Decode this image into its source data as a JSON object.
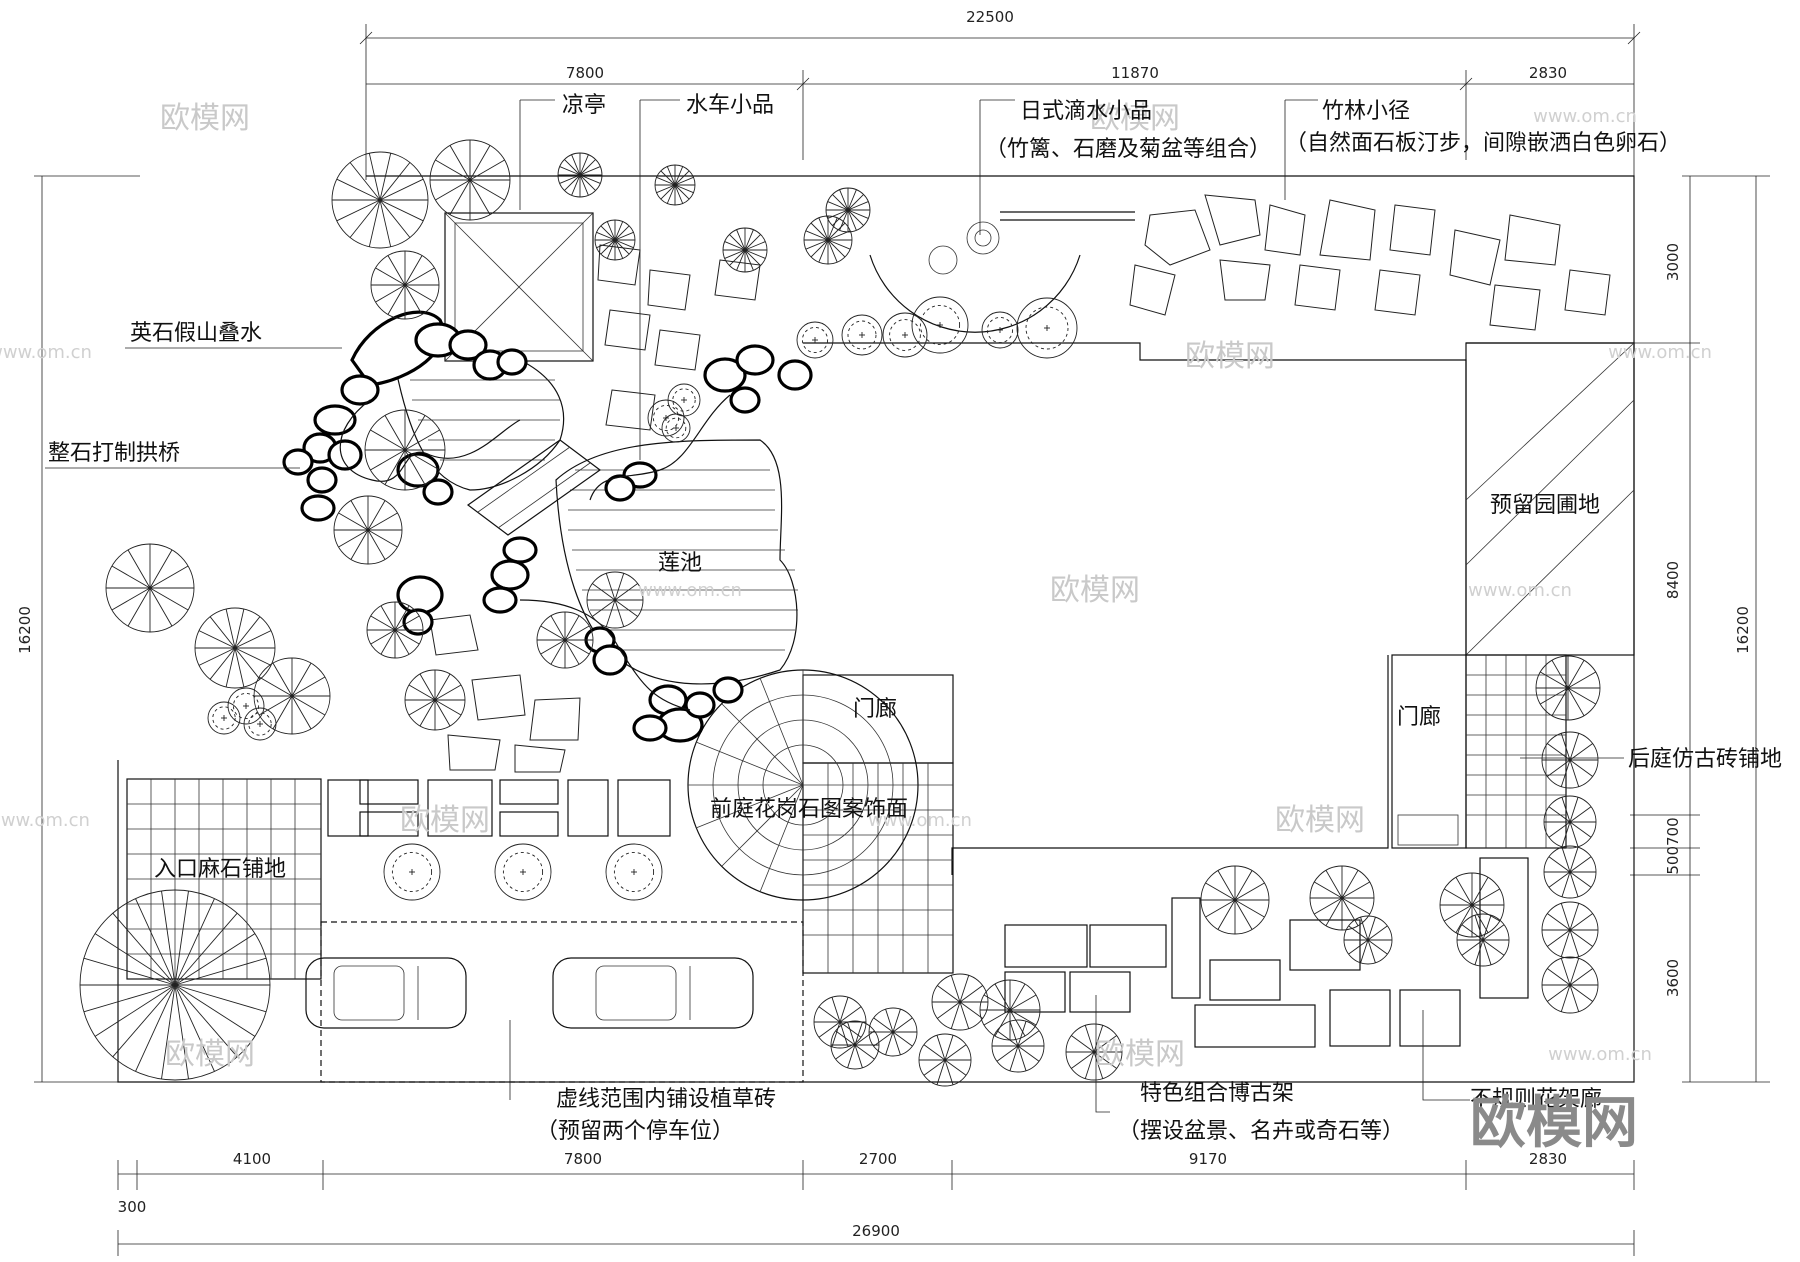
{
  "dimensions": {
    "top_total": "22500",
    "top_segments": [
      "7800",
      "11870",
      "2830"
    ],
    "bottom_segments": [
      "4100",
      "7800",
      "2700",
      "9170",
      "2830"
    ],
    "bottom_offset": "300",
    "bottom_total": "26900",
    "left_height": "16200",
    "right_height": "16200",
    "right_segments": [
      "3000",
      "8400",
      "500700",
      "3600"
    ]
  },
  "labels": {
    "pavilion": "凉亭",
    "waterwheel": "水车小品",
    "japanese_water_1": "日式滴水小品",
    "japanese_water_2": "（竹篱、石磨及菊盆等组合）",
    "bamboo_path_1": "竹林小径",
    "bamboo_path_2": "（自然面石板汀步，间隙嵌洒白色卵石）",
    "rockery": "英石假山叠水",
    "arch_bridge": "整石打制拱桥",
    "lotus_pond": "莲池",
    "reserved_garden": "预留园圃地",
    "porch_front": "门廊",
    "porch_back": "门廊",
    "back_yard_paving": "后庭仿古砖铺地",
    "front_yard_paving": "前庭花岗石图案饰面",
    "entrance_paving": "入口麻石铺地",
    "grass_brick_1": "虚线范围内铺设植草砖",
    "grass_brick_2": "（预留两个停车位）",
    "bogu_shelf_1": "特色组合博古架",
    "bogu_shelf_2": "（摆设盆景、名卉或奇石等）",
    "flower_corridor": "不规则花架廊",
    "brand_logo": "欧模网"
  },
  "watermarks": {
    "text": "欧模网",
    "url": "www.om.cn"
  },
  "colors": {
    "line": "#111111",
    "watermark": "#c9c9c9",
    "logo": "#8a8a8a"
  }
}
